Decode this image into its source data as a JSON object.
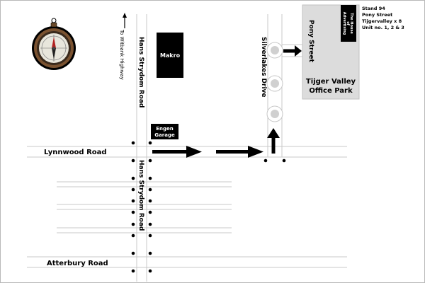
{
  "roads": {
    "lynnwood": "Lynnwood Road",
    "atterbury": "Atterbury Road",
    "hans_strydom_north": "Hans Strydom Road",
    "hans_strydom_south": "Hans Strydom Road",
    "silverlakes": "Silverlakes Drive",
    "pony": "Pony Street",
    "witbank": "To Witbank Highway"
  },
  "places": {
    "makro": "Makro",
    "engen_line1": "Engen",
    "engen_line2": "Garage",
    "tijger_line1": "Tijger Valley",
    "tijger_line2": "Office Park",
    "house_line1": "The House",
    "house_line2": "of",
    "house_line3": "Advertising"
  },
  "address": [
    "Stand 94",
    "Pony Street",
    "Tijgervalley x 8",
    "Unit no. 1, 2 & 3"
  ],
  "icons": {
    "compass": "compass-icon"
  },
  "colors": {
    "road_line": "#c8c8c8",
    "office_park": "#dcdcdc",
    "building": "#000000",
    "roundabout": "#d0d0d0"
  }
}
